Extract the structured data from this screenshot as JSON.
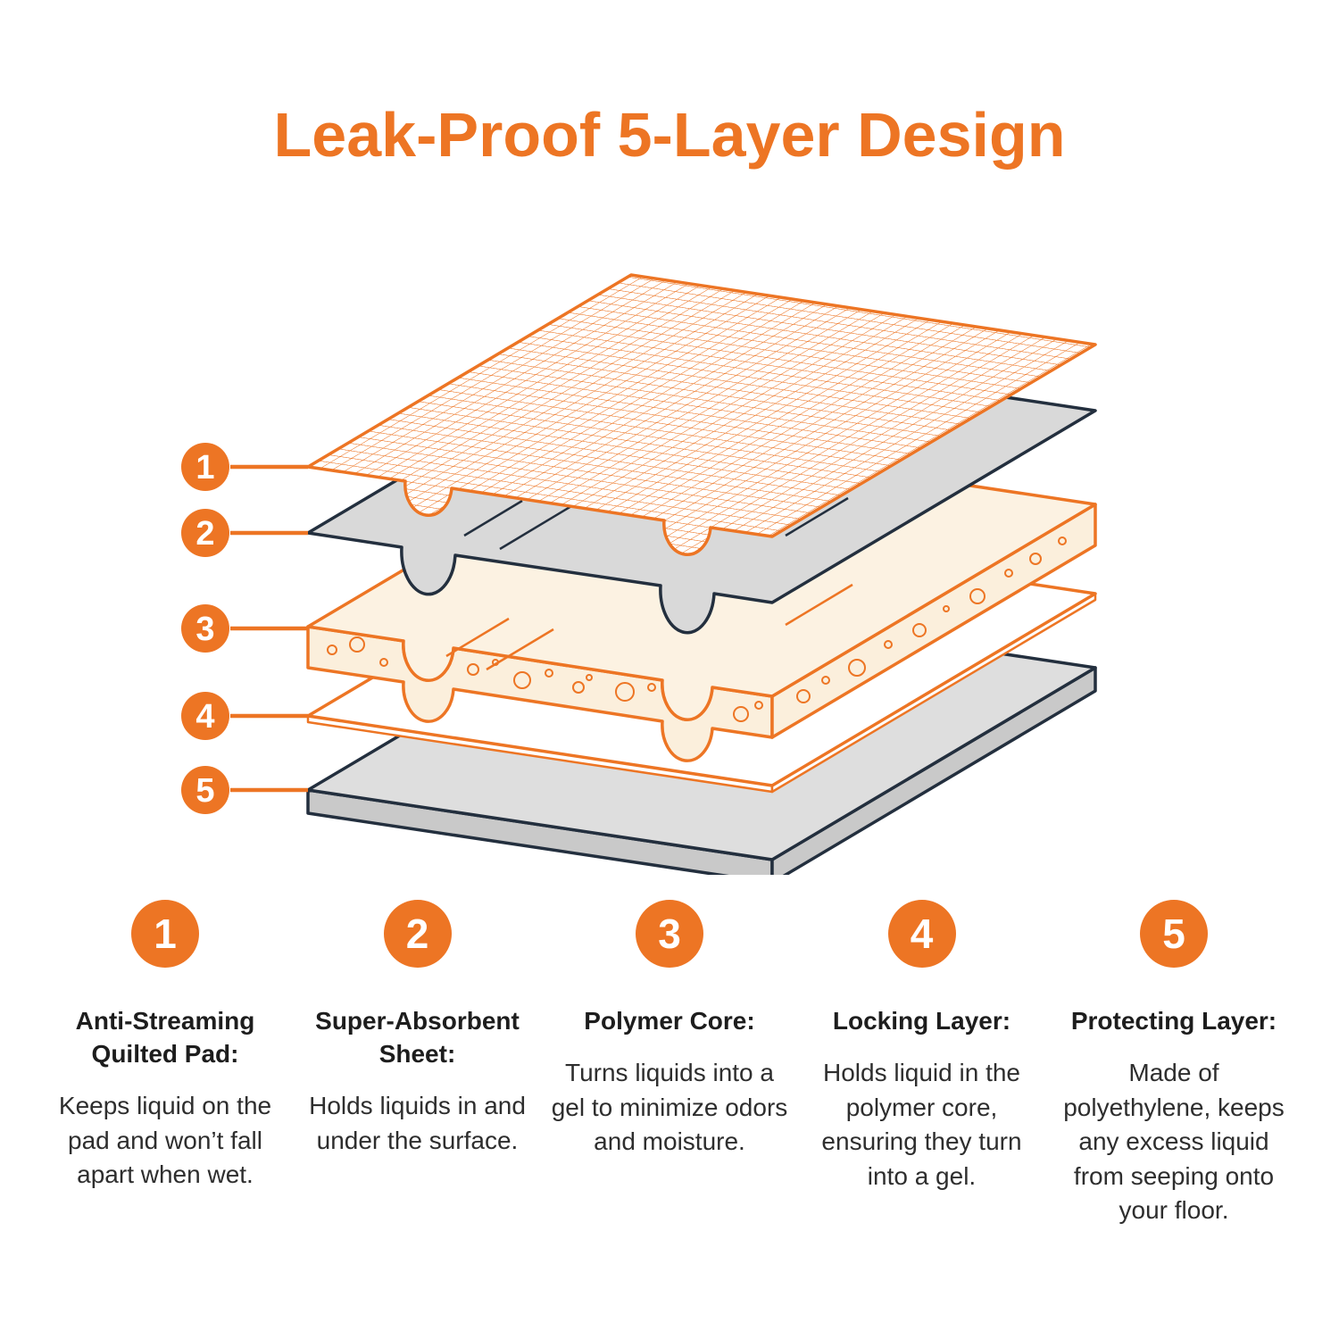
{
  "title": "Leak-Proof 5-Layer Design",
  "colors": {
    "orange": "#ED7524",
    "ink": "#232F3E",
    "cream": "#FCF2E2",
    "cream_side": "#FBEFDC",
    "gray_top": "#DEDEDE",
    "gray_side": "#C9C9C9",
    "sheet_gray": "#D9D9D9"
  },
  "callouts": [
    {
      "number": "1"
    },
    {
      "number": "2"
    },
    {
      "number": "3"
    },
    {
      "number": "4"
    },
    {
      "number": "5"
    }
  ],
  "legend": [
    {
      "number": "1",
      "heading": "Anti-Streaming Quilted Pad:",
      "description": "Keeps liquid on the pad and won’t fall apart when wet."
    },
    {
      "number": "2",
      "heading": "Super-Absorbent Sheet:",
      "description": "Holds liquids in and under the surface."
    },
    {
      "number": "3",
      "heading": "Polymer Core:",
      "description": "Turns liquids into a gel to minimize odors and moisture."
    },
    {
      "number": "4",
      "heading": "Locking Layer:",
      "description": "Holds liquid in the polymer core, ensuring they turn into a gel."
    },
    {
      "number": "5",
      "heading": "Protecting Layer:",
      "description": "Made of polyethylene, keeps any excess liquid from seeping onto your floor."
    }
  ]
}
